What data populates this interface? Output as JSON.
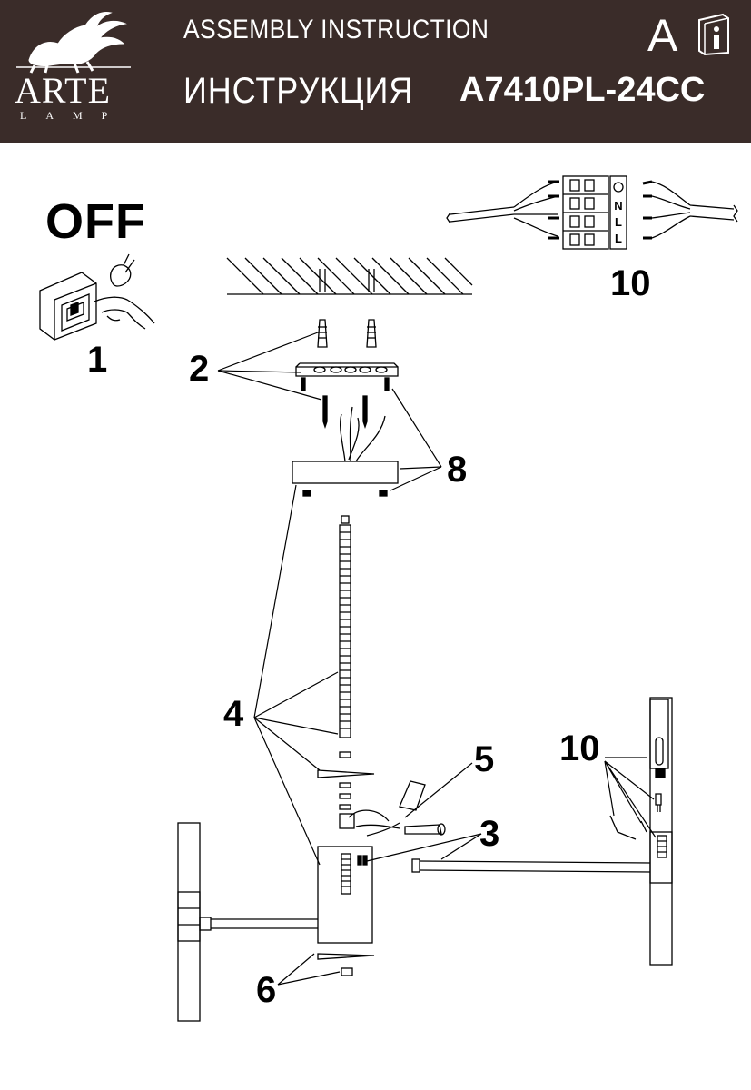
{
  "header": {
    "brand_name": "ARTE",
    "brand_sub": "LAMP",
    "title_en": "ASSEMBLY INSTRUCTION",
    "title_ru": "ИНСТРУКЦИЯ",
    "model": "A7410PL-24CC",
    "doc_letter": "A"
  },
  "steps": {
    "off": "OFF",
    "n1": "1",
    "n2": "2",
    "n3": "3",
    "n4": "4",
    "n5": "5",
    "n6": "6",
    "n8": "8",
    "n10_top": "10",
    "n10_bottom": "10"
  },
  "terminal_labels": [
    "N",
    "L",
    "L"
  ],
  "colors": {
    "header_bg": "#3a2c29",
    "ink": "#000000"
  }
}
